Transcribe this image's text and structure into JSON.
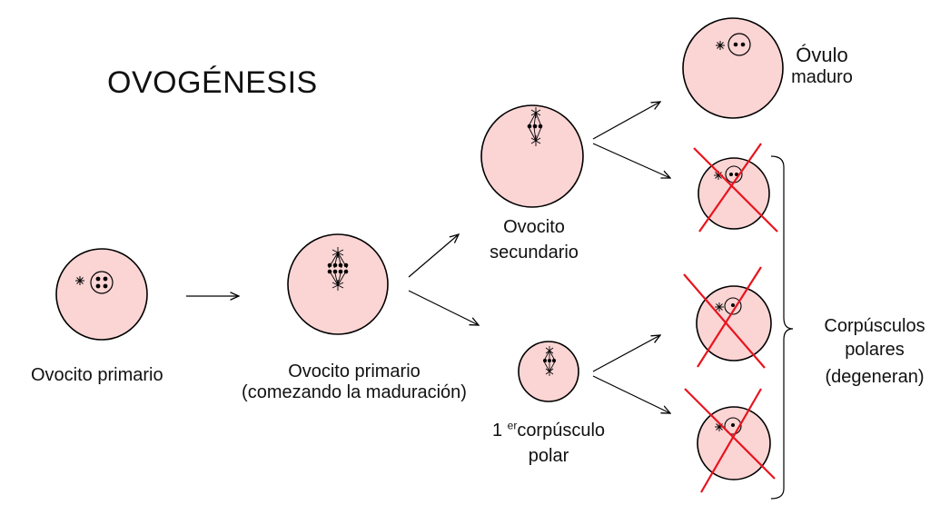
{
  "title": "OVOGÉNESIS",
  "labels": {
    "ovocito_primario": "Ovocito primario",
    "ovocito_primario_mad_1": "Ovocito primario",
    "ovocito_primario_mad_2": "(comezando la maduración)",
    "ovocito_secundario_1": "Ovocito",
    "ovocito_secundario_2": "secundario",
    "corpusculo_num": "1",
    "corpusculo_sup": "er",
    "corpusculo_1": "corpúsculo",
    "corpusculo_2": "polar",
    "ovulo_1": "Óvulo",
    "ovulo_2": "maduro",
    "polares_1": "Corpúsculos",
    "polares_2": "polares",
    "polares_3": "(degeneran)"
  },
  "colors": {
    "cell_fill": "#fbd4d4",
    "cell_stroke": "#000000",
    "cross": "#e8141e",
    "text": "#111111"
  }
}
